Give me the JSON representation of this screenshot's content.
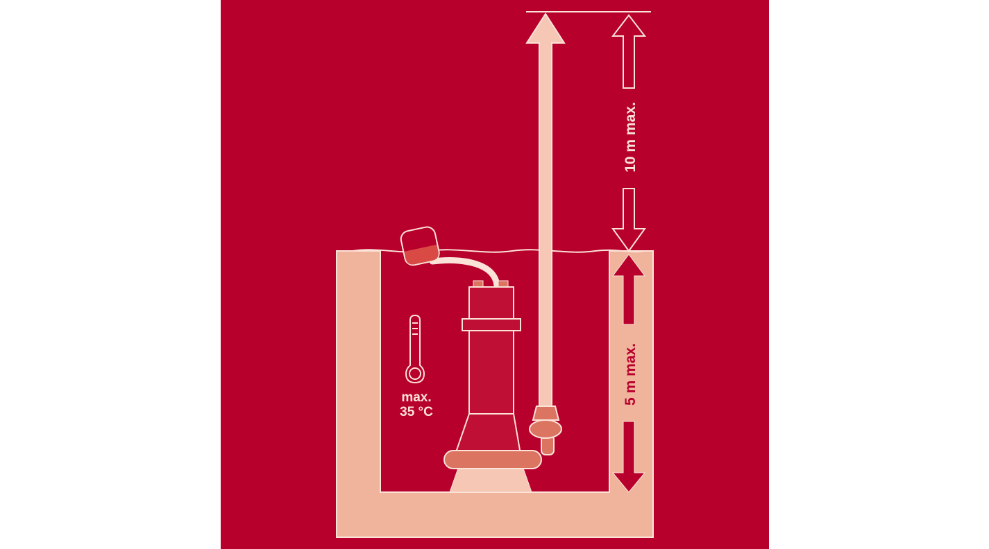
{
  "diagram": {
    "height_label": "10 m max.",
    "depth_label": "5 m max.",
    "temperature_label_line1": "max.",
    "temperature_label_line2": "35 °C"
  },
  "colors": {
    "background": "#b8002d",
    "light": "#f0b49c",
    "line": "#fbe3d8",
    "pump": "#bf0f35",
    "accent": "#dc7462",
    "float": "#d94a45",
    "pipe": "#f5c7b4"
  }
}
